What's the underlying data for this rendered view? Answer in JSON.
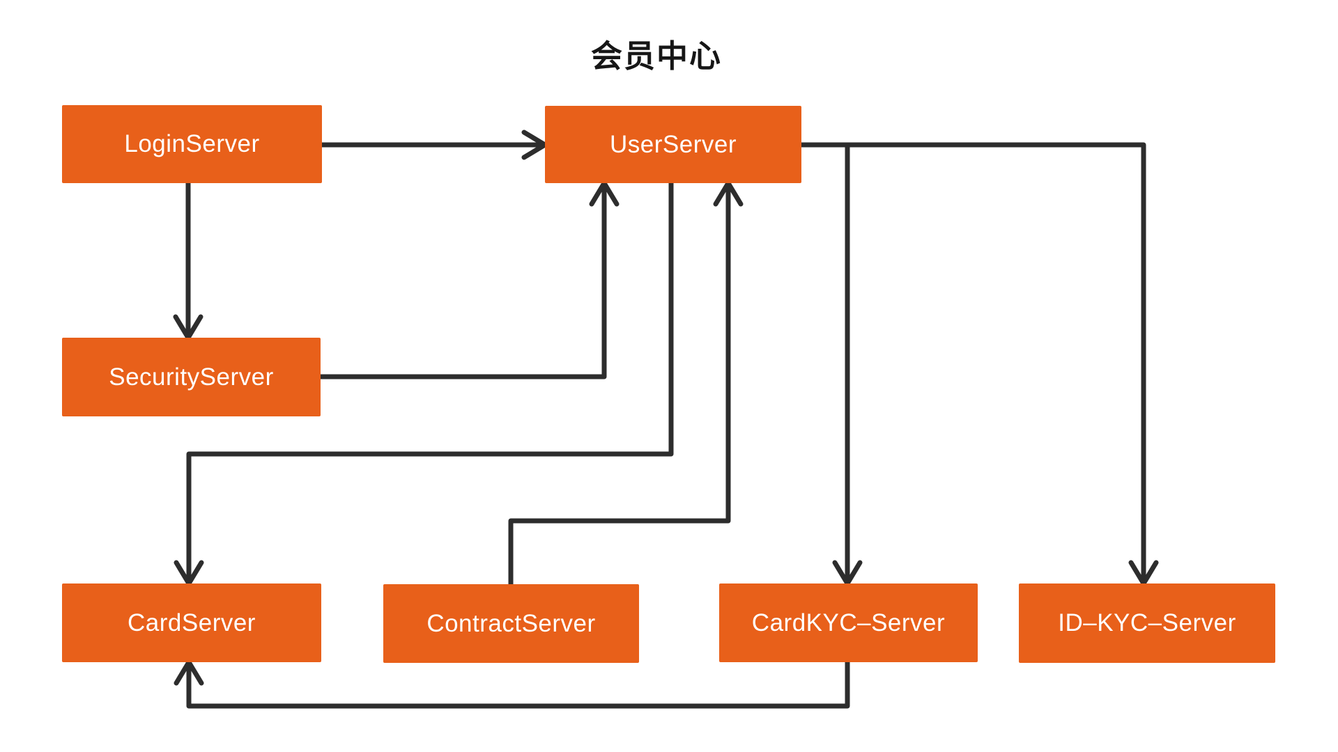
{
  "title": "会员中心",
  "colors": {
    "node_fill": "#E8601A",
    "node_text": "#FFFFFF",
    "edge": "#2D2D2D",
    "title_text": "#161616",
    "background": "#FFFFFF"
  },
  "nodes": [
    {
      "id": "login",
      "label": "LoginServer"
    },
    {
      "id": "user",
      "label": "UserServer"
    },
    {
      "id": "security",
      "label": "SecurityServer"
    },
    {
      "id": "card",
      "label": "CardServer"
    },
    {
      "id": "contract",
      "label": "ContractServer"
    },
    {
      "id": "cardkyc",
      "label": "CardKYC–Server"
    },
    {
      "id": "idkyc",
      "label": "ID–KYC–Server"
    }
  ],
  "edges": [
    {
      "from": "LoginServer",
      "to": "UserServer"
    },
    {
      "from": "LoginServer",
      "to": "SecurityServer"
    },
    {
      "from": "SecurityServer",
      "to": "UserServer"
    },
    {
      "from": "UserServer",
      "to": "CardServer"
    },
    {
      "from": "ContractServer",
      "to": "UserServer"
    },
    {
      "from": "UserServer",
      "to": "CardKYC–Server"
    },
    {
      "from": "UserServer",
      "to": "ID–KYC–Server"
    },
    {
      "from": "CardKYC–Server",
      "to": "CardServer"
    }
  ]
}
